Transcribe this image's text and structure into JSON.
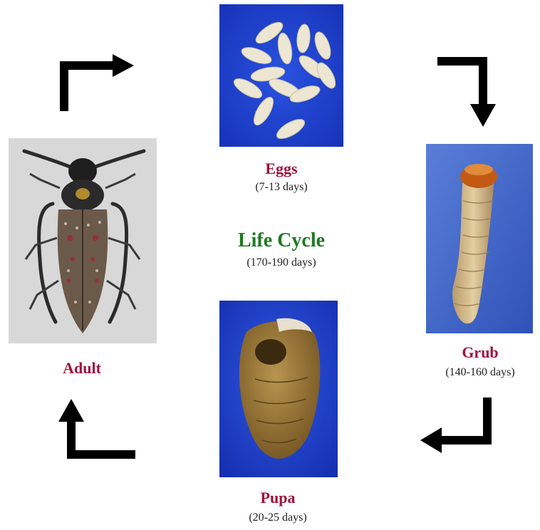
{
  "colors": {
    "stage_label": "#a0123a",
    "center_title": "#1e7a22",
    "arrow": "#000000",
    "photo_blue": "#1f3fd0"
  },
  "center": {
    "title": "Life Cycle",
    "duration": "(170-190 days)"
  },
  "stages": {
    "eggs": {
      "name": "Eggs",
      "duration": "(7-13 days)"
    },
    "grub": {
      "name": "Grub",
      "duration": "(140-160 days)"
    },
    "pupa": {
      "name": "Pupa",
      "duration": "(20-25 days)"
    },
    "adult": {
      "name": "Adult",
      "duration": ""
    }
  }
}
